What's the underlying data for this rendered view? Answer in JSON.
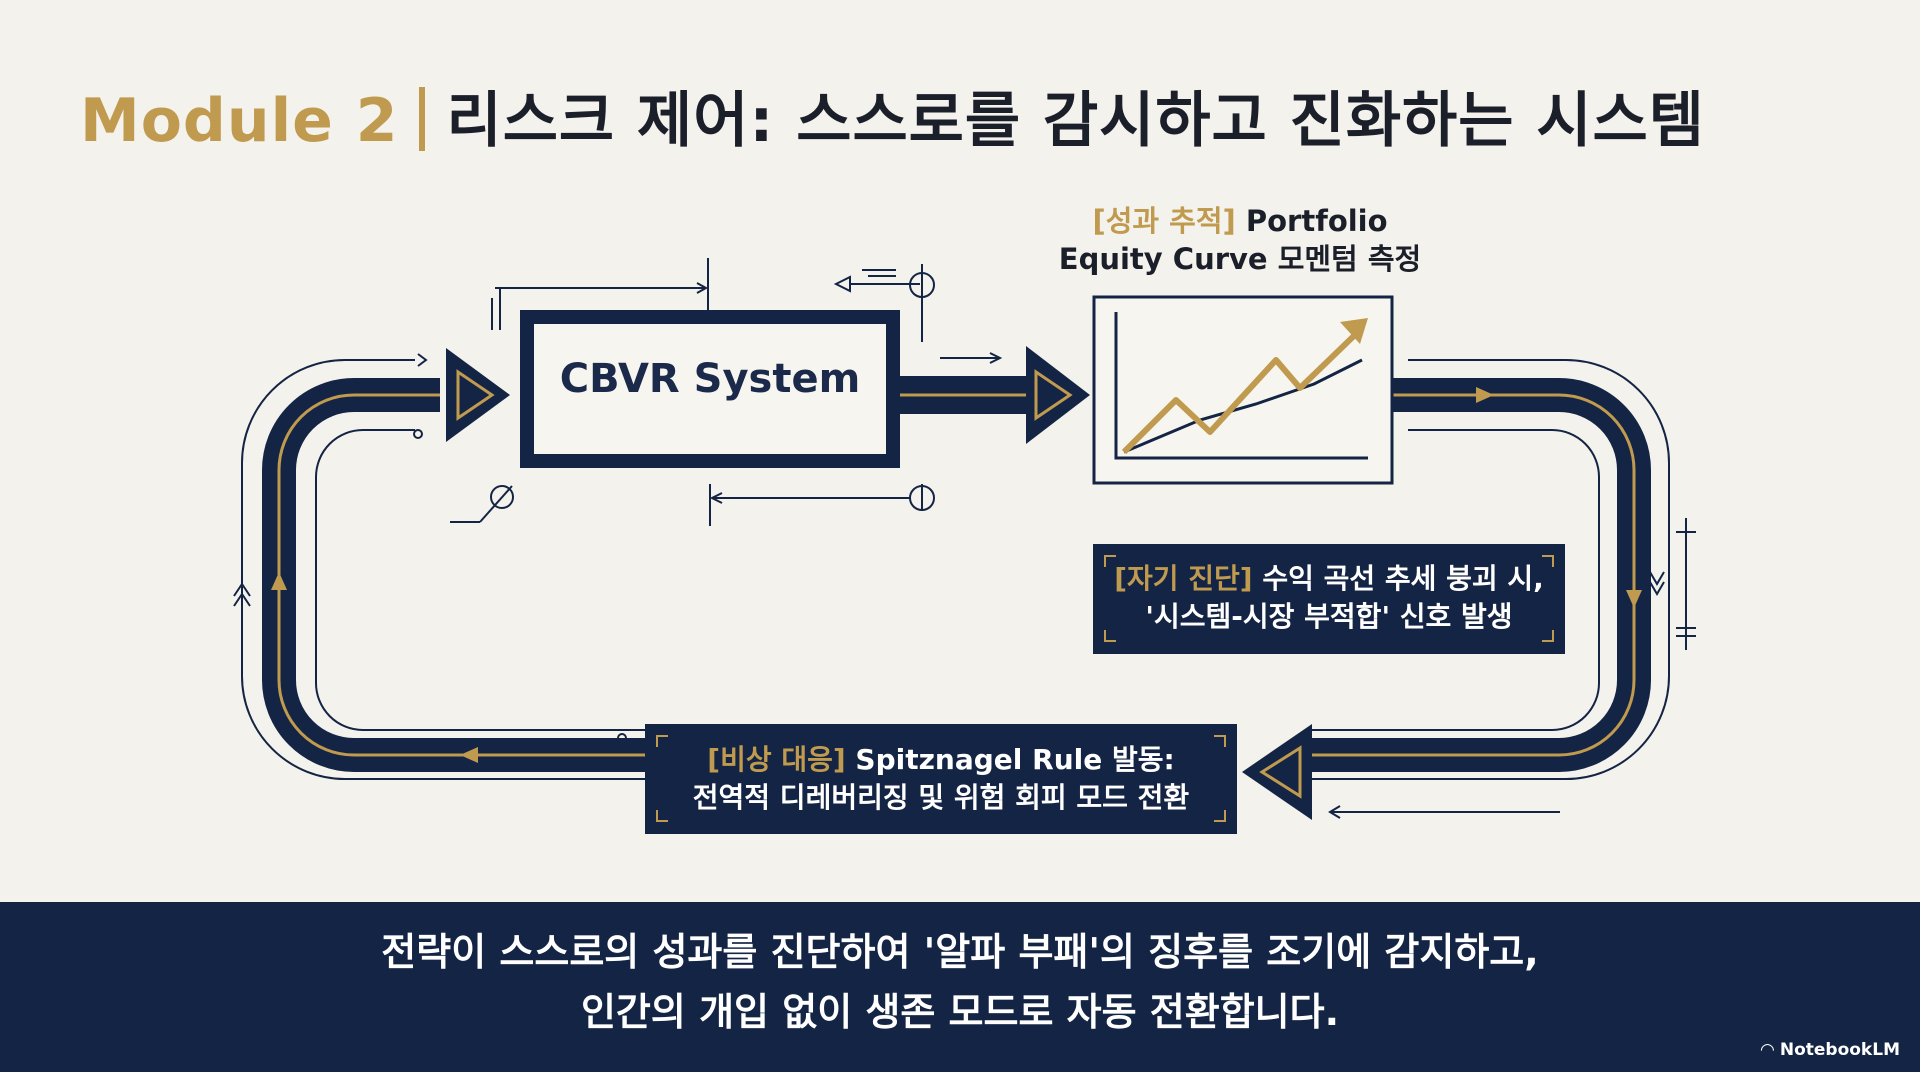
{
  "title": {
    "module": "Module 2",
    "text": "리스크 제어: 스스로를 감시하고 진화하는 시스템"
  },
  "diagram": {
    "system_label": "CBVR System",
    "performance": {
      "tag": "[성과 추적]",
      "line1_rest": " Portfolio",
      "line2": "Equity Curve 모멘텀 측정"
    },
    "diagnosis": {
      "tag": "[자기 진단]",
      "line1_rest": " 수익 곡선 추세 붕괴 시,",
      "line2": "'시스템-시장 부적합' 신호 발생"
    },
    "emergency": {
      "tag": "[비상 대응]",
      "line1_rest": " Spitznagel Rule 발동:",
      "line2": "전역적 디레버리징 및 위험 회피 모드 전환"
    }
  },
  "footer": {
    "line1": "전략이 스스로의 성과를 진단하여 '알파 부패'의 징후를 조기에 감지하고,",
    "line2": "인간의 개입 없이 생존 모드로 자동 전환합니다.",
    "brand": "NotebookLM"
  },
  "colors": {
    "navy": "#142444",
    "gold": "#c09a4e",
    "background": "#f4f2ec"
  }
}
